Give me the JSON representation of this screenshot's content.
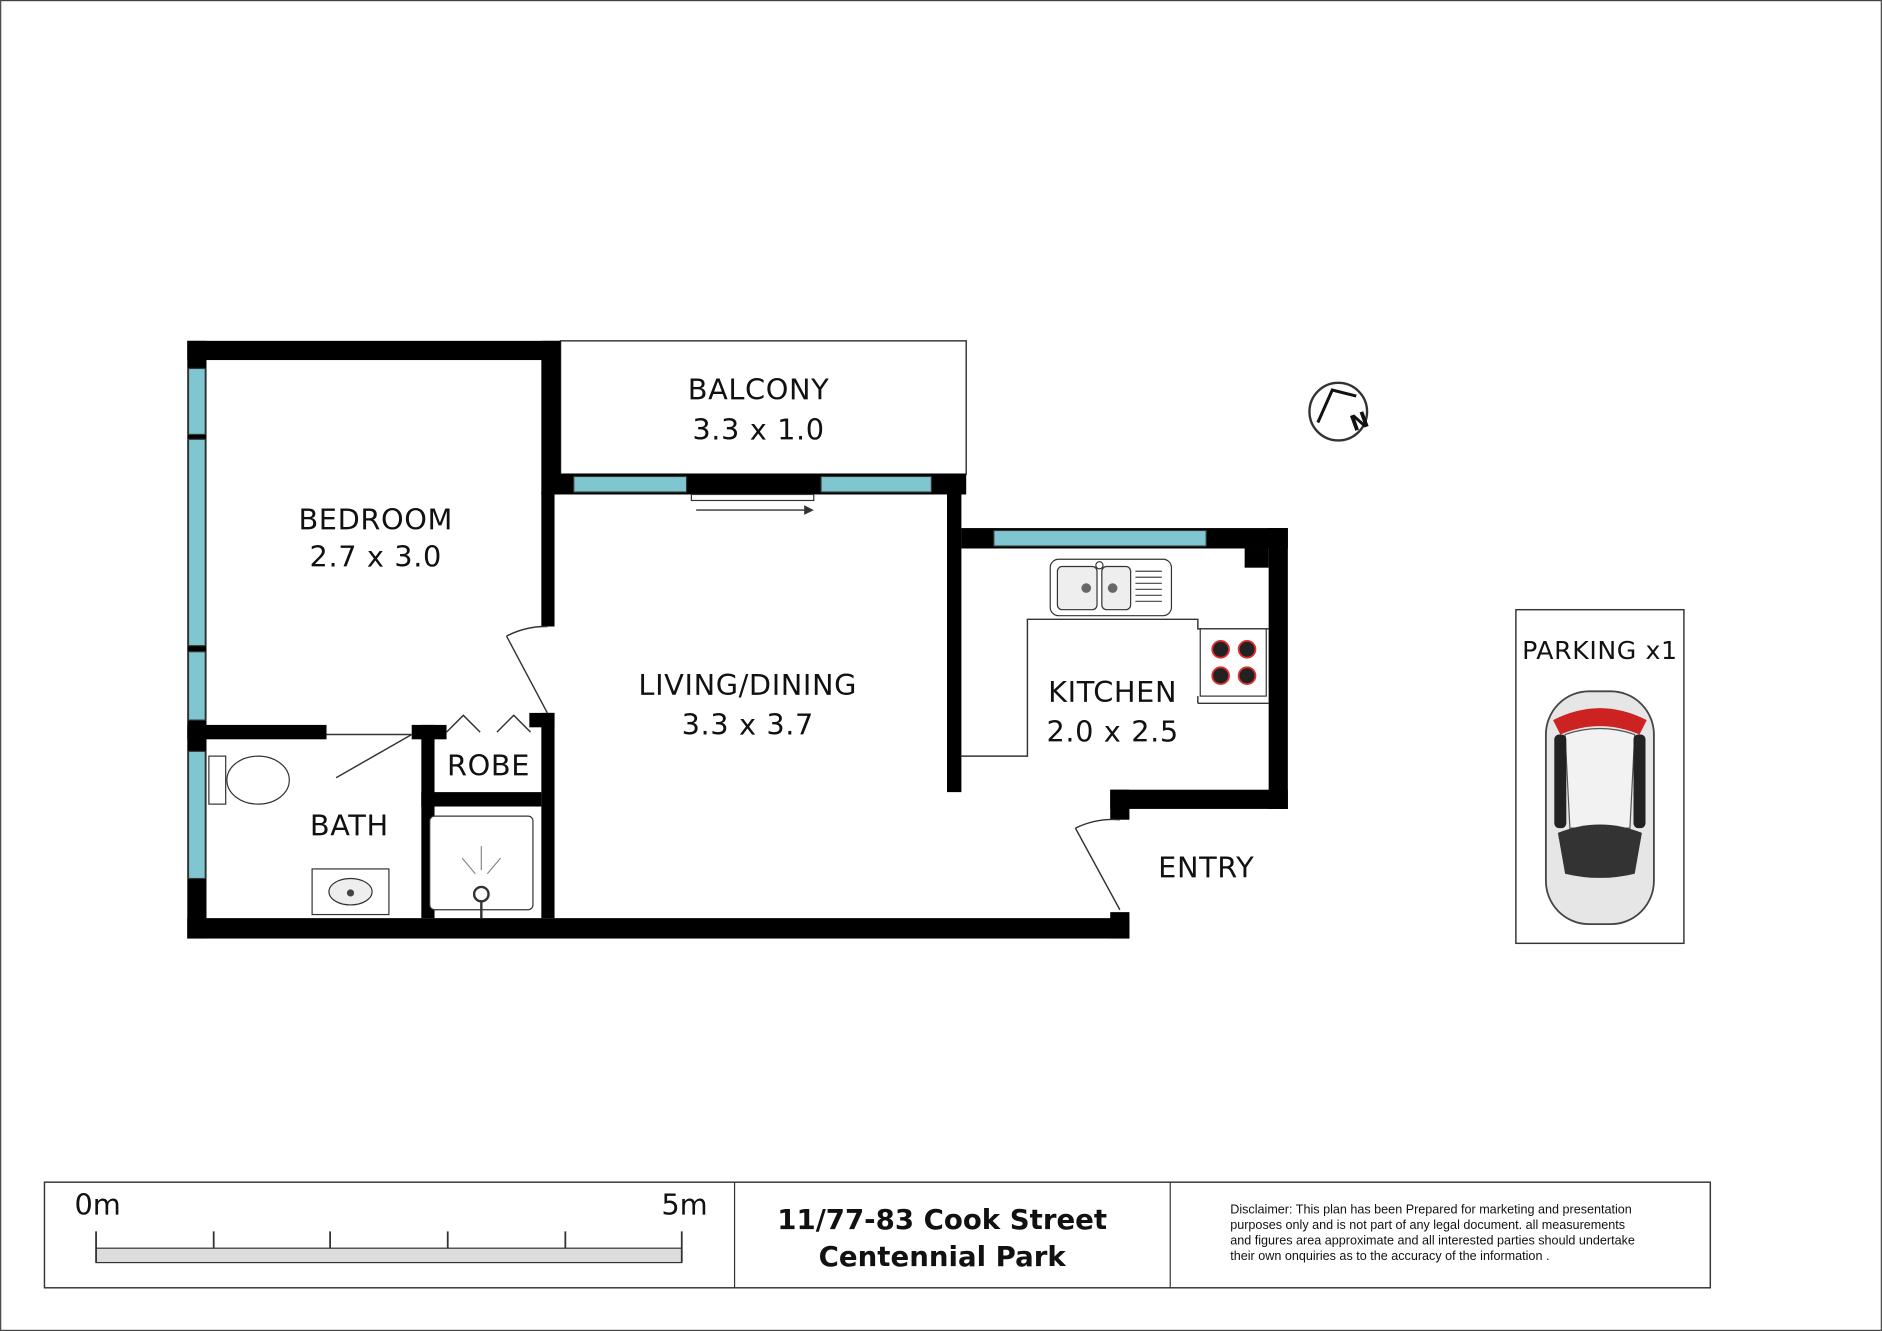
{
  "rooms": {
    "balcony": {
      "name": "BALCONY",
      "size": "3.3 x 1.0"
    },
    "bedroom": {
      "name": "BEDROOM",
      "size": "2.7 x 3.0"
    },
    "living": {
      "name": "LIVING/DINING",
      "size": "3.3 x 3.7"
    },
    "kitchen": {
      "name": "KITCHEN",
      "size": "2.0 x 2.5"
    },
    "robe": {
      "name": "ROBE"
    },
    "bath": {
      "name": "BATH"
    },
    "entry": {
      "name": "ENTRY"
    }
  },
  "parking": {
    "label": "PARKING x1"
  },
  "compass": {
    "icon": "north-arrow-icon",
    "letter": "N"
  },
  "scale": {
    "start": "0m",
    "end": "5m"
  },
  "address": {
    "line1": "11/77-83 Cook Street",
    "line2": "Centennial Park"
  },
  "disclaimer": [
    "Disclaimer:  This plan has been Prepared for marketing and presentation",
    "purposes  only  and is not part  of any legal document. all measurements",
    "and figures area approximate and all interested parties should undertake",
    "their own onquiries as to the accuracy of the information ."
  ],
  "colors": {
    "window": "#7fc6d0",
    "wall": "#000000",
    "hob": "#e03030"
  }
}
